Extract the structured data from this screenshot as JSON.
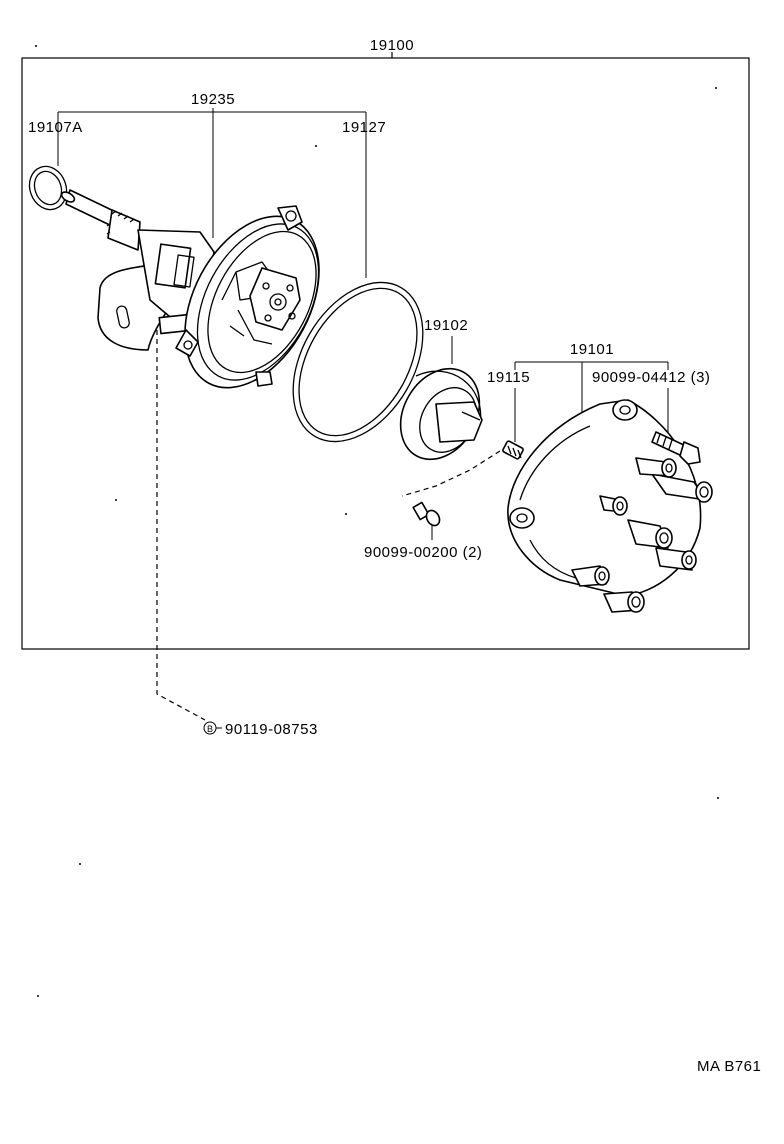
{
  "labels": {
    "assembly": "19100",
    "housing_group": "19235",
    "o_ring": "19107A",
    "gasket": "19127",
    "rotor": "19102",
    "cap_group": "19101",
    "carbon_brush": "19115",
    "cap_bolt": "90099-04412 (3)",
    "rotor_screw": "90099-00200 (2)",
    "bolt_b": "90119-08753",
    "circle_b": "B",
    "ref_code": "MA B761"
  },
  "colors": {
    "ink": "#000000",
    "paper": "#ffffff"
  }
}
